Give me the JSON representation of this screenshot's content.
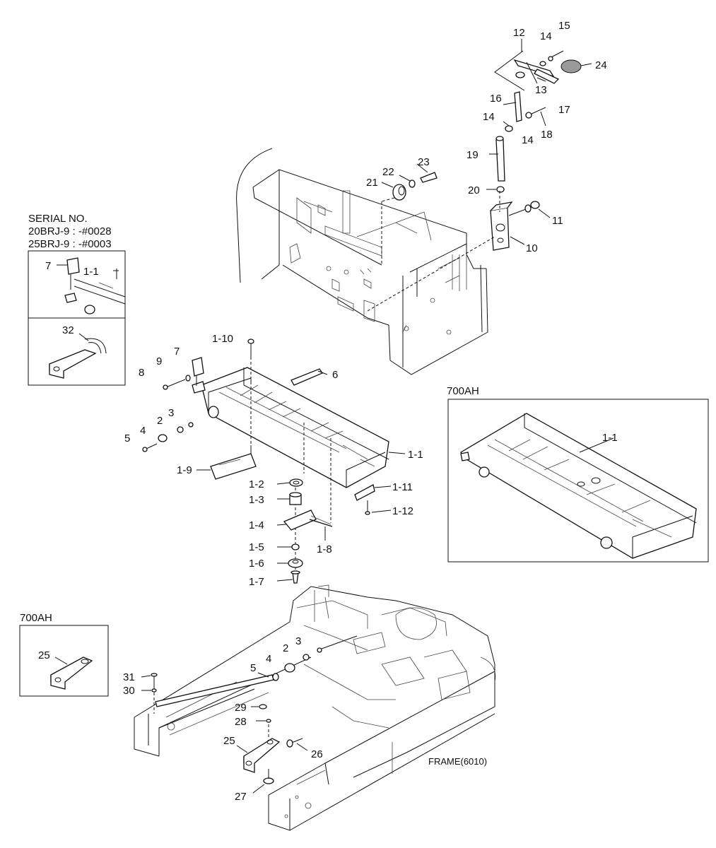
{
  "diagram": {
    "frame_code": "FRAME(6010)",
    "serial_block": {
      "heading": "SERIAL NO.",
      "line1": "20BRJ-9 : -#0028",
      "line2": "25BRJ-9 : -#0003"
    },
    "variant_label_right": "700AH",
    "variant_label_left": "700AH",
    "labels": {
      "p12": "12",
      "p14a": "14",
      "p15": "15",
      "p24": "24",
      "p13": "13",
      "p16": "16",
      "p17": "17",
      "p14b": "14",
      "p18": "18",
      "p14c": "14",
      "p19": "19",
      "p23": "23",
      "p22": "22",
      "p21": "21",
      "p20": "20",
      "p11": "11",
      "p10": "10",
      "s7": "7",
      "s1_1": "1-1",
      "s32": "32",
      "p1_10": "1-10",
      "p7": "7",
      "p9": "9",
      "p6": "6",
      "p8": "8",
      "p3": "3",
      "p2": "2",
      "p4": "4",
      "p5": "5",
      "p1_1": "1-1",
      "p1_9": "1-9",
      "p1_11": "1-11",
      "p1_2": "1-2",
      "p1_12": "1-12",
      "p1_3": "1-3",
      "p1_4": "1-4",
      "p1_5": "1-5",
      "p1_8": "1-8",
      "p1_6": "1-6",
      "p1_7": "1-7",
      "v1_1": "1-1",
      "v25": "25",
      "b2": "2",
      "b3": "3",
      "b4": "4",
      "b5": "5",
      "b31": "31",
      "b30": "30",
      "b29": "29",
      "b28": "28",
      "b25": "25",
      "b26": "26",
      "b27": "27"
    }
  }
}
